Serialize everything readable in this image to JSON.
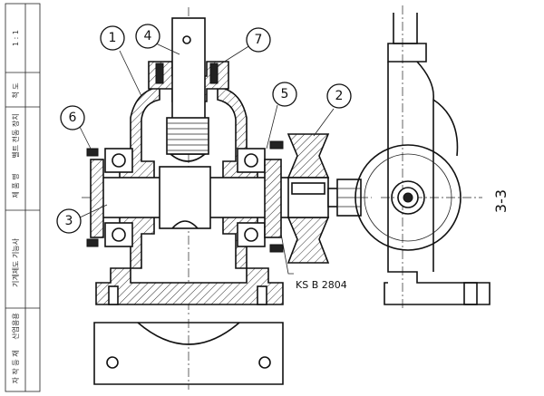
{
  "title_block": {
    "scale_value": "1 : 1",
    "scale_label": "척 도",
    "drawing_title": "벨트 전동 장치",
    "drawing_subtitle": "제 품 명",
    "school_1": "기계제도 기능사",
    "school_2": "산업용용",
    "number_label": "자 작 등 재"
  },
  "balloons": {
    "b1": "1",
    "b2": "2",
    "b3": "3",
    "b4": "4",
    "b5": "5",
    "b6": "6",
    "b7": "7"
  },
  "notes": {
    "ks_standard": "KS B 2804"
  },
  "view_label": "3-3"
}
